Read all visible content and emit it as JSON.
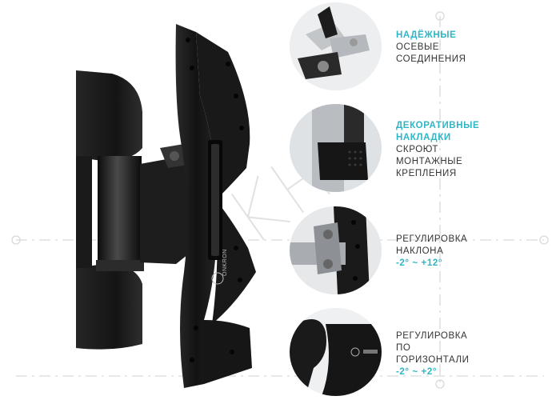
{
  "colors": {
    "accent": "#2fb6c6",
    "text": "#333333",
    "metal": "#1b1b1b"
  },
  "features": [
    {
      "highlight": [
        "НАДЁЖНЫЕ"
      ],
      "lines": [
        "ОСЕВЫЕ",
        "СОЕДИНЕНИЯ"
      ],
      "value": ""
    },
    {
      "highlight": [
        "ДЕКОРАТИВНЫЕ",
        "НАКЛАДКИ"
      ],
      "lines": [
        "СКРОЮТ",
        "МОНТАЖНЫЕ",
        "КРЕПЛЕНИЯ"
      ],
      "value": ""
    },
    {
      "highlight": [],
      "lines": [
        "РЕГУЛИРОВКА",
        "НАКЛОНА"
      ],
      "value": "-2° ~ +12°"
    },
    {
      "highlight": [],
      "lines": [
        "РЕГУЛИРОВКА",
        "ПО",
        "ГОРИЗОНТАЛИ"
      ],
      "value": "-2° ~ +2°"
    }
  ],
  "brand": "ONKRON",
  "watermark": "КНС"
}
